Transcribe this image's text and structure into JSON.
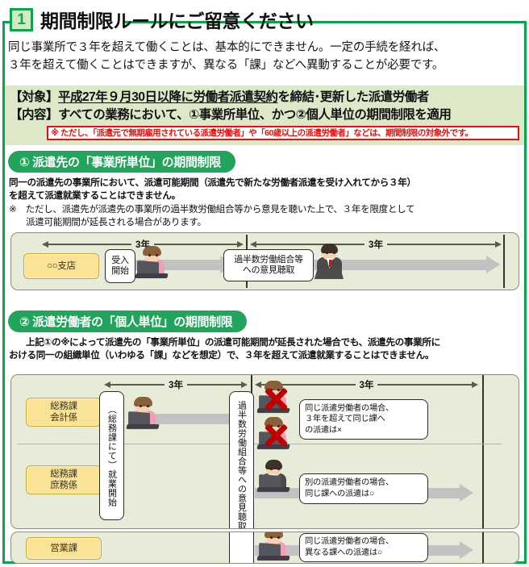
{
  "header": {
    "number": "1",
    "title": "期間制限ルールにご留意ください"
  },
  "lead": {
    "line1": "同じ事業所で３年を超えて働くことは、基本的にできません。一定の手続を経れば、",
    "line2": "３年を超えて働くことはできますが、異なる「課」などへ異動することが必要です。"
  },
  "band": {
    "target_label": "【対象】",
    "target_underline": "平成27年９月30日以降に労働者派遣契約",
    "target_rest": "を締結･更新した派遣労働者",
    "content_label": "【内容】",
    "content_text": "すべての業務において、①事業所単位、かつ②個人単位の期間制限を適用",
    "warning": "※ ただし、「派遣元で無期雇用されている派遣労働者」や「60歳以上の派遣労働者」などは、期間制限の対象外です。"
  },
  "section1": {
    "pill": "① 派遣先の「事業所単位」の期間制限",
    "bold1": "同一の派遣先の事業所において、派遣可能期間（派遣先で新たな労働者派遣を受け入れてから３年）",
    "bold2": "を超えて派遣就業することはできません。",
    "note1": "※　ただし、派遣先が派遣先の事業所の過半数労働組合等から意見を聴いた上で、３年を限度として",
    "note2": "派遣可能期間が延長される場合があります。",
    "diagram": {
      "branch_label": "○○支店",
      "start_box": "受入\n開始",
      "start_box_l1": "受入",
      "start_box_l2": "開始",
      "hearing_l1": "過半数労働組合等",
      "hearing_l2": "への意見聴取",
      "year_left": "3年",
      "year_right": "3年"
    }
  },
  "section2": {
    "pill": "② 派遣労働者の「個人単位」の期間制限",
    "bold1": "上記①の※によって派遣先の「事業所単位」の派遣可能期間が延長された場合でも、派遣先の事業所に",
    "bold2": "おける同一の組織単位（いわゆる「課」などを想定）で、３年を超えて派遣就業することはできません。",
    "diagram": {
      "year_left": "3年",
      "year_right": "3年",
      "unit1": "総務課\n会計係",
      "unit1_l1": "総務課",
      "unit1_l2": "会計係",
      "unit2": "総務課\n庶務係",
      "unit2_l1": "総務課",
      "unit2_l2": "庶務係",
      "unit3": "営業課",
      "vbox_start": "（総務課にて）就業開始",
      "vbox_hearing": "過半数労働組合等への意見聴取",
      "callout1_l1": "同じ派遣労働者の場合、",
      "callout1_l2": "３年を超えて同じ課へ",
      "callout1_l3": "の派遣は×",
      "callout2_l1": "別の派遣労働者の場合、",
      "callout2_l2": "同じ課への派遣は○",
      "callout3_l1": "同じ派遣労働者の場合、",
      "callout3_l2": "異なる課への派遣は○"
    }
  },
  "colors": {
    "green_frame": "#0aa44a",
    "pill_green": "#22a45d",
    "band_bg": "#dde8c9",
    "warning_red": "#e8100f",
    "panel_bg": "#e7ecd9",
    "yellow_box": "#fbe395"
  }
}
